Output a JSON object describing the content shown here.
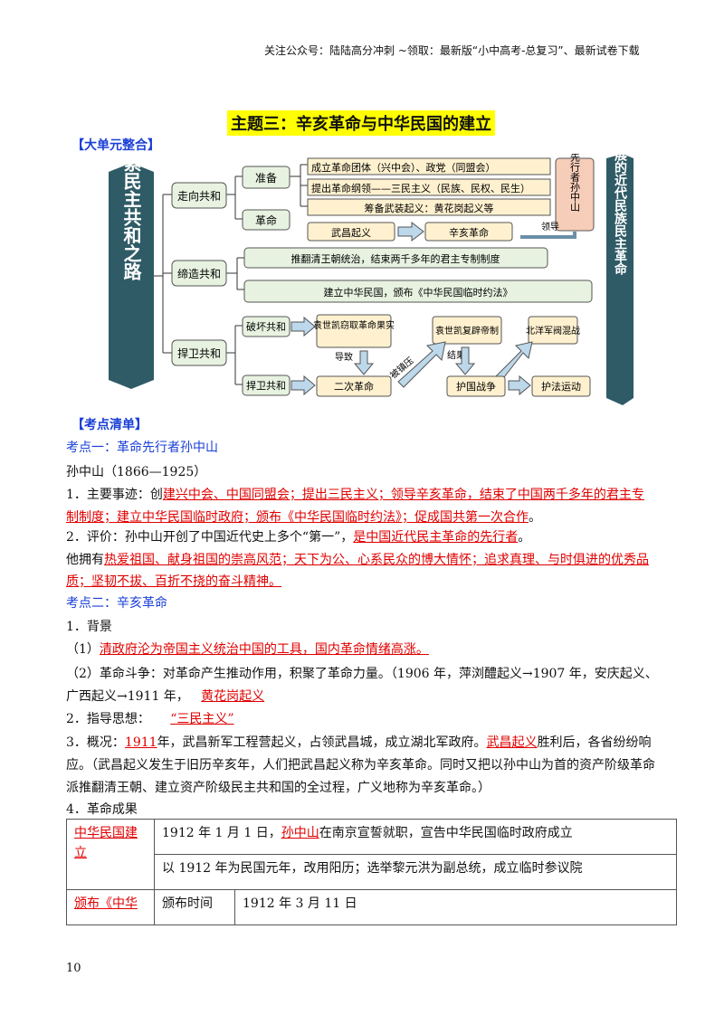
{
  "header": "关注公众号：陆陆高分冲刺  ~领取：最新版“小中高考-总复习”、最新试卷下载",
  "title": "主题三：辛亥革命与中华民国的建立",
  "sec1": "【大单元整合】",
  "diagram": {
    "left_label": "探索民主共和之路",
    "right_label": "大概念：曲折发展的近代民族民主革命",
    "zouxiang": "走向共和",
    "dizao": "缔造共和",
    "hanwei": "捍卫共和",
    "zhunbei": "准备",
    "geming": "革命",
    "b1": "成立革命团体（兴中会）、政党（同盟会）",
    "b2": "提出革命纲领——三民主义（民族、民权、民生）",
    "b3": "筹备武装起义：黄花岗起义等",
    "xianxing": "革命先行者孙中山",
    "lingdao": "领导",
    "wuchang": "武昌起义",
    "xinhai": "辛亥革命",
    "tuifan": "推翻清王朝统治，结束两千多年的君主专制制度",
    "jianli": "建立中华民国，颁布《中华民国临时约法》",
    "pohuai": "破坏共和",
    "hanwei2": "捍卫共和",
    "yuanqu": "袁世凯窃取革命果实",
    "yuanfu": "袁世凯复辟帝制",
    "beiyang": "北洋军阀混战",
    "daozhi": "导致",
    "jieguo": "结果",
    "zhenya": "被镇压",
    "erci": "二次革命",
    "huguo": "护国战争",
    "hufa": "护法运动"
  },
  "sec2": "【考点清单】",
  "kd1": "考点一：革命先行者孙中山",
  "sun": "孙中山（1866—1925）",
  "l1a": "1．主要事迹：创",
  "l1b": "建兴中会、中国同盟会；提出三民主义；领导辛亥革命，结束了中国两千多年的君主专",
  "l1c": "制制度；建立中华民国临时政府；颁布《中华民国临时约法》；促成国共第一次合作",
  "l1d": "。",
  "l2a": "2．评价：孙中山开创了中国近代史上多个“第一”，",
  "l2b": "是中国近代民主革命的先行者",
  "l2c": "。",
  "l3a": "他拥有",
  "l3b": "热爱祖国、献身祖国的崇高风范；天下为公、心系民众的博大情怀；追求真理、与时俱进的优秀品",
  "l3c": "质；坚韧不拔、百折不挠的奋斗精神。",
  "kd2": "考点二：辛亥革命",
  "bg": "1．背景",
  "b1a": "（1）",
  "b1b": "清政府沦为帝国主义统治中国的工具，国内革命情绪高涨。",
  "b2a": "（2）革命斗争：对革命产生推动作用，积聚了革命力量。（1906 年，萍浏醴起义→1907 年，安庆起义、",
  "b2b": "广西起义→1911 年，",
  "b2c": "黄花岗起义",
  "zd": "2．指导思想：",
  "zd2": "“三民主义”",
  "gk1": "3．概况：",
  "gk2": "1911",
  "gk3": "年，武昌新军工程营起义，占领武昌城，成立湖北军政府。",
  "gk4": "武昌起义",
  "gk5": "胜利后，各省纷纷响",
  "gk6": "应。（武昌起义发生于旧历辛亥年，人们把武昌起义称为辛亥革命。同时又把以孙中山为首的资产阶级革命",
  "gk7": "派推翻清王朝、建立资产阶级民主共和国的全过程，广义地称为辛亥革命。）",
  "cg": "4．革命成果",
  "table": {
    "r1c1a": "中华民国建",
    "r1c1b": "立",
    "r1c2a": "1912 年 1 月 1 日，",
    "r1c2b": "孙中山",
    "r1c2c": "在南京宣誓就职，宣告中华民国临时政府成立",
    "r2c2": "以 1912 年为民国元年，改用阳历；选举黎元洪为副总统，成立临时参议院",
    "r3c1": "颁布《中华",
    "r3c2": "颁布时间",
    "r3c3": "1912 年 3 月 11 日"
  },
  "page": "10"
}
